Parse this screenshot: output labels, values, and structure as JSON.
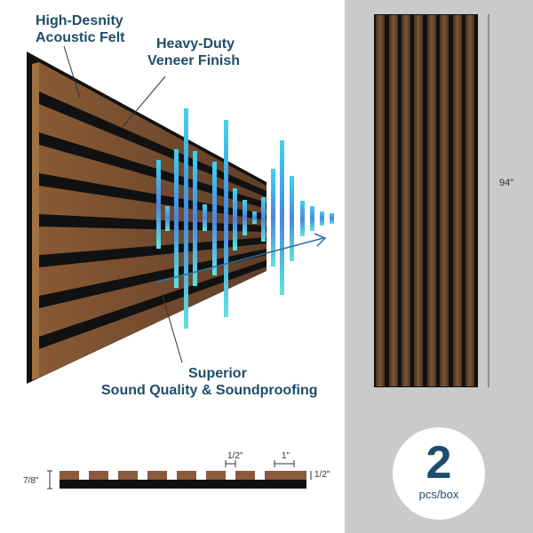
{
  "callouts": {
    "felt_line1": "High-Desnity",
    "felt_line2": "Acoustic Felt",
    "veneer_line1": "Heavy-Duty",
    "veneer_line2": "Veneer Finish",
    "sound_line1": "Superior",
    "sound_line2": "Sound Quality & Soundproofing"
  },
  "dimensions": {
    "height_label": "94\"",
    "gap_label": "1/2\"",
    "slat_label": "1\"",
    "thickness_label": "7/8\"",
    "felt_label": "1/2\""
  },
  "badge": {
    "number": "2",
    "unit": "pcs/box"
  },
  "colors": {
    "text": "#1e4d6b",
    "panel_bg": "#c9cacc",
    "wood": "#6e4a2f",
    "felt": "#111111"
  }
}
